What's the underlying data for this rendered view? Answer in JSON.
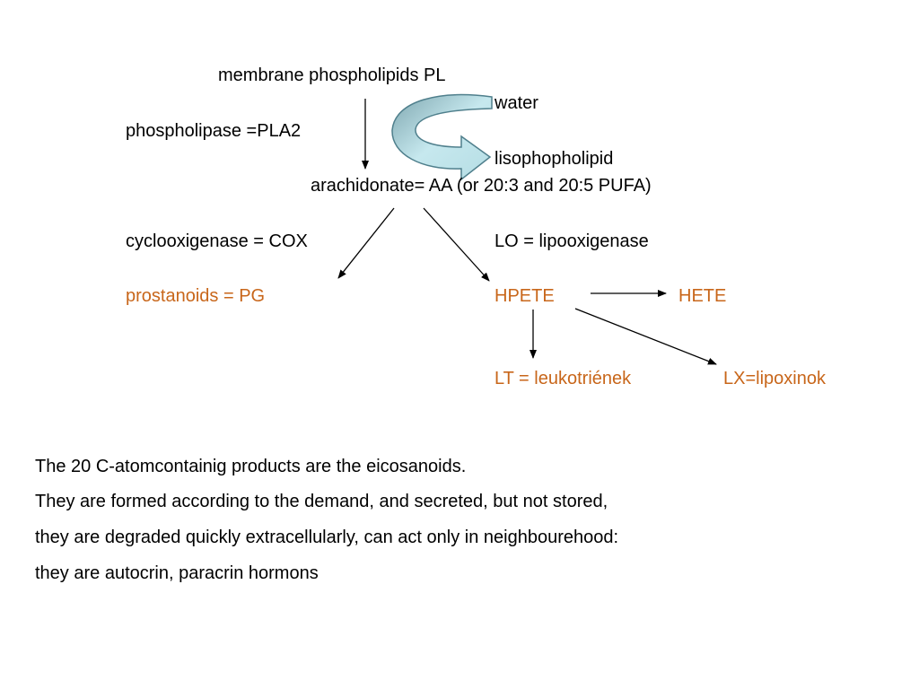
{
  "diagram": {
    "nodes": {
      "membrane": "membrane phospholipids PL",
      "water": "water",
      "phospholipase": "phospholipase =PLA2",
      "lisophopholipid": "lisophopholipid",
      "arachidonate": "arachidonate= AA (or 20:3 and 20:5 PUFA)",
      "cox": "cyclooxigenase = COX",
      "lo": "LO = lipooxigenase",
      "prostanoids": "prostanoids = PG",
      "hpete": "HPETE",
      "hete": "HETE",
      "lt": "LT = leukotriének",
      "lx": "LX=lipoxinok"
    }
  },
  "text": {
    "line1": "The  20 C-atomcontainig products are the eicosanoids.",
    "line2": "They are formed according to the demand, and secreted, but not stored,",
    "line3": "they are degraded quickly extracellularly, can act only in neighbourehood:",
    "line4": "they are autocrin, paracrin hormons"
  },
  "colors": {
    "highlight": "#c8661a",
    "curved_arrow_fill": "#a9d8e0",
    "curved_arrow_stroke": "#4f7f8c"
  }
}
